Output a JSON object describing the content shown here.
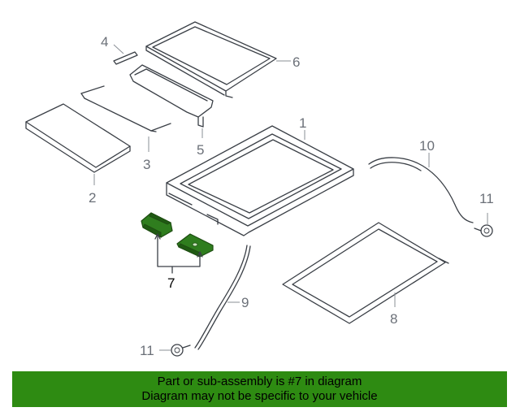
{
  "diagram": {
    "callouts": {
      "c1": "1",
      "c2": "2",
      "c3": "3",
      "c4": "4",
      "c5": "5",
      "c6": "6",
      "c7": "7",
      "c8": "8",
      "c9": "9",
      "c10": "10",
      "c11a": "11",
      "c11b": "11"
    },
    "highlight_color": "#2e8b12"
  },
  "banner": {
    "line1": "Part or sub-assembly is #7 in diagram",
    "line2": "Diagram may not be specific to your vehicle"
  }
}
